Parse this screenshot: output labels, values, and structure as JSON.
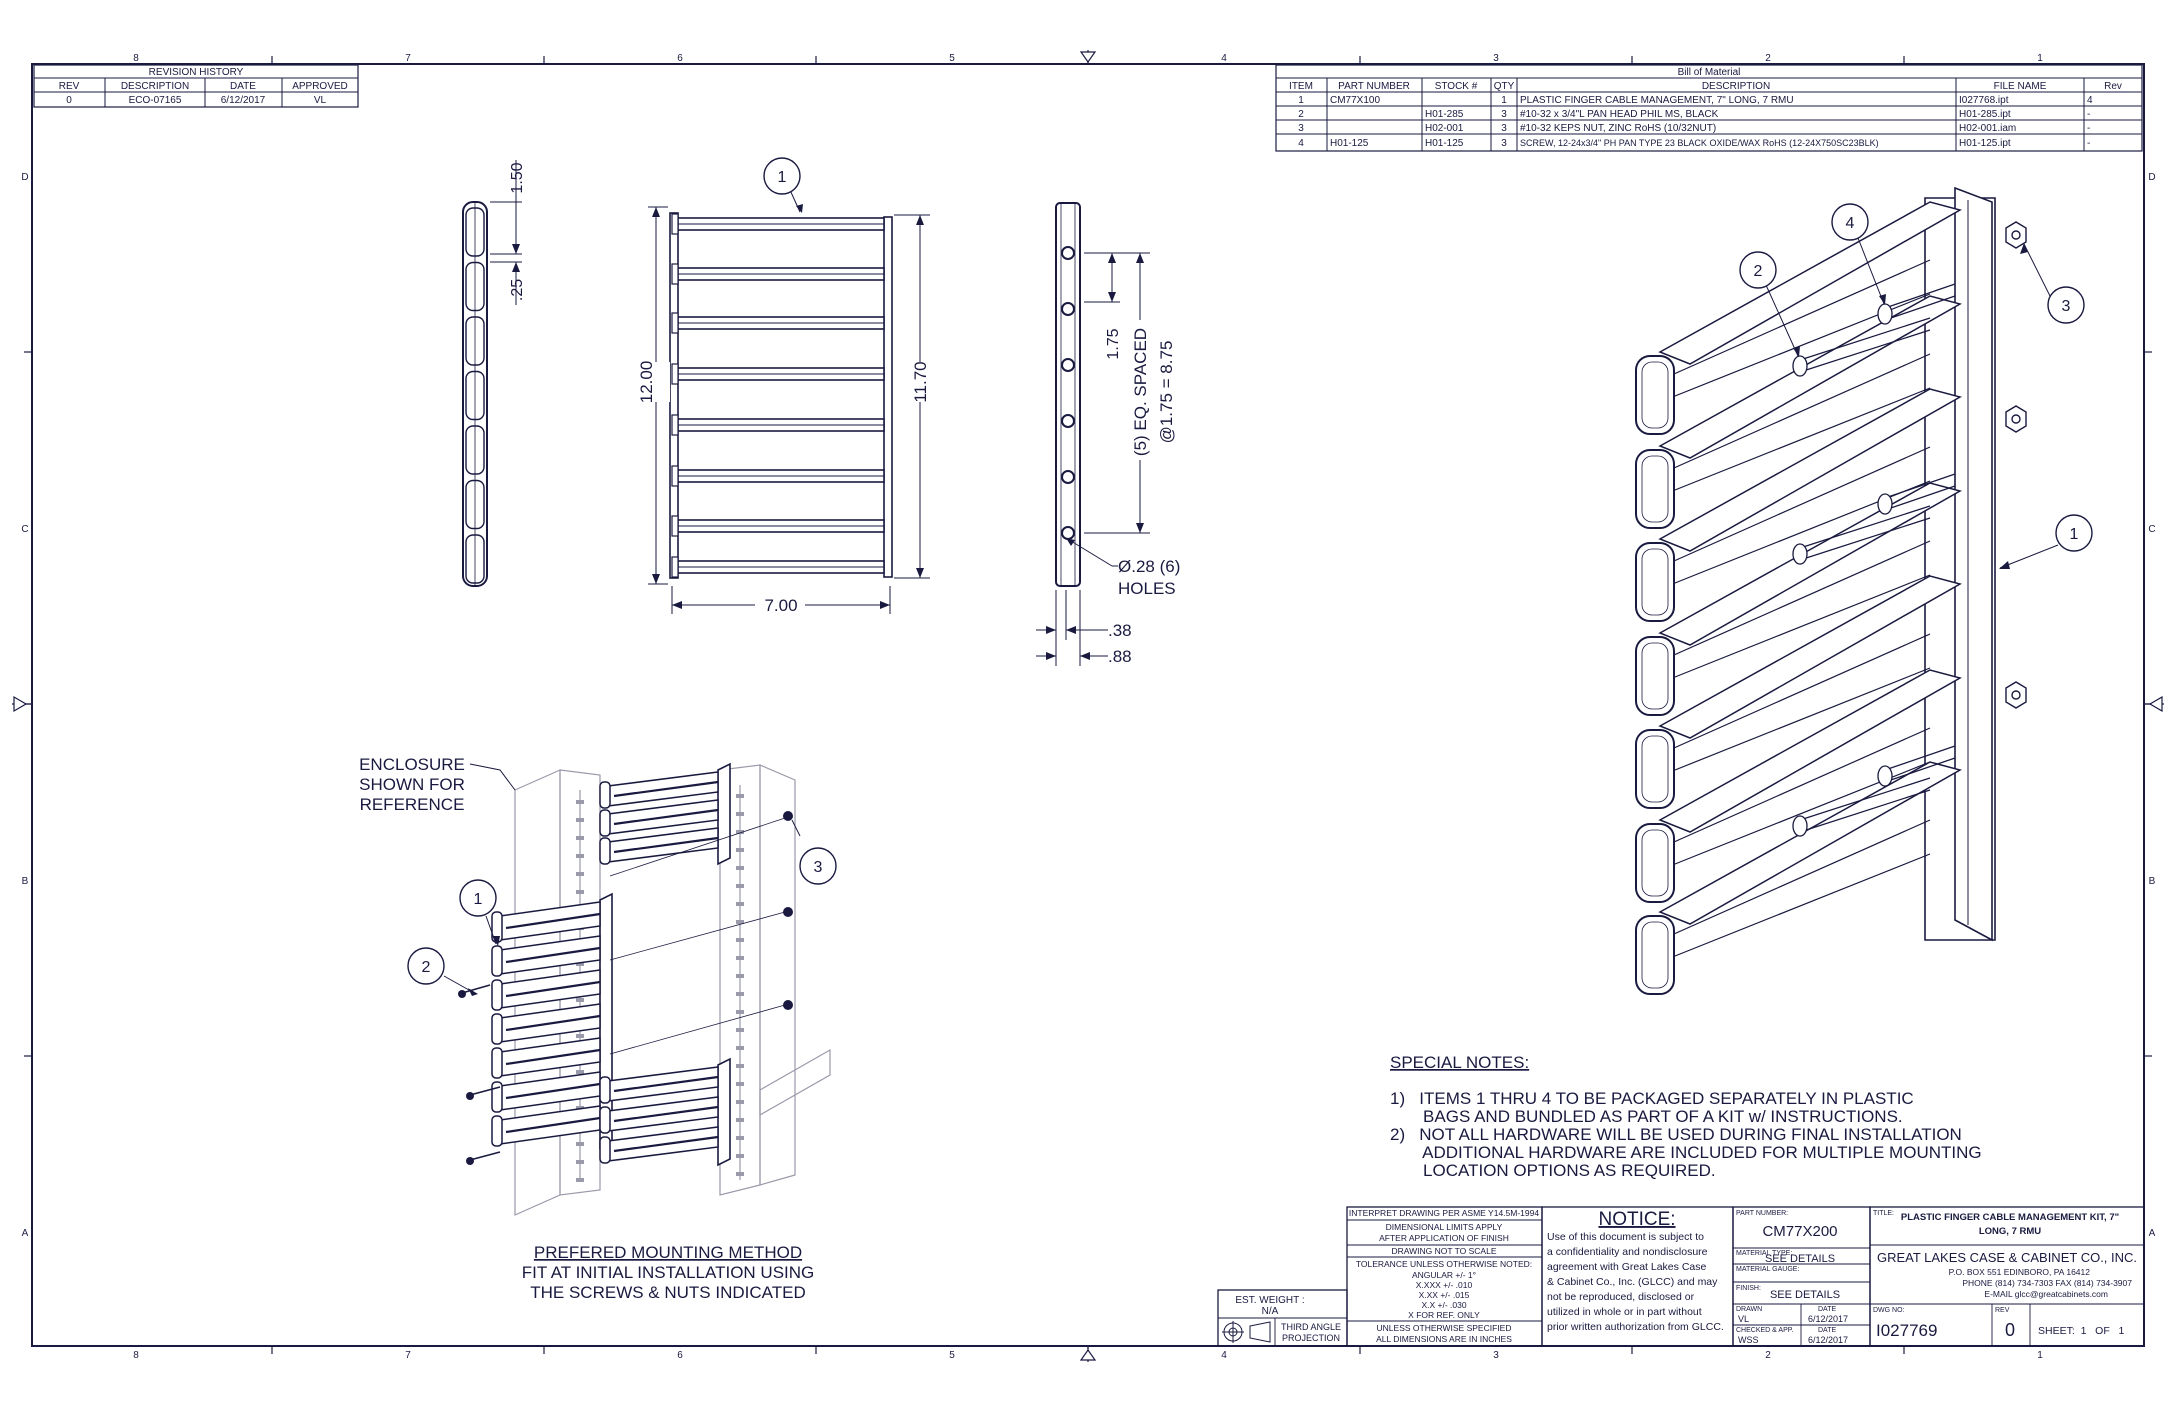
{
  "zones": {
    "columns": [
      "8",
      "7",
      "6",
      "5",
      "4",
      "3",
      "2",
      "1"
    ],
    "rows": [
      "D",
      "C",
      "B",
      "A"
    ]
  },
  "revision_history": {
    "title": "REVISION HISTORY",
    "headers": [
      "REV",
      "DESCRIPTION",
      "DATE",
      "APPROVED"
    ],
    "row": [
      "0",
      "ECO-07165",
      "6/12/2017",
      "VL"
    ]
  },
  "bom": {
    "title": "Bill of Material",
    "headers": [
      "ITEM",
      "PART NUMBER",
      "STOCK #",
      "QTY",
      "DESCRIPTION",
      "FILE NAME",
      "Rev"
    ],
    "rows": [
      [
        "1",
        "CM77X100",
        "",
        "1",
        "PLASTIC FINGER CABLE MANAGEMENT, 7\" LONG, 7 RMU",
        "I027768.ipt",
        "4"
      ],
      [
        "2",
        "",
        "H01-285",
        "3",
        "#10-32 x 3/4\"L PAN HEAD PHIL MS, BLACK",
        "H01-285.ipt",
        "-"
      ],
      [
        "3",
        "",
        "H02-001",
        "3",
        "#10-32 KEPS NUT, ZINC RoHS (10/32NUT)",
        "H02-001.iam",
        "-"
      ],
      [
        "4",
        "H01-125",
        "H01-125",
        "3",
        "SCREW, 12-24x3/4\" PH PAN TYPE 23 BLACK OXIDE/WAX RoHS (12-24X750SC23BLK)",
        "H01-125.ipt",
        "-"
      ]
    ]
  },
  "dims": {
    "d150": "1.50",
    "d25": ".25",
    "d1200": "12.00",
    "d1170": "11.70",
    "d700": "7.00",
    "d175": "1.75",
    "spaced1": "(5) EQ. SPACED",
    "spaced2": "@1.75 = 8.75",
    "hole1": "Ø.28 (6)",
    "hole2": "HOLES",
    "d38": ".38",
    "d88": ".88"
  },
  "balloons": {
    "front": "1",
    "iso_item1": "1",
    "iso_item2": "2",
    "iso_item3": "3",
    "iso_item4": "4",
    "mount_item1": "1",
    "mount_item2": "2",
    "mount_item3": "3"
  },
  "enclosure_note": [
    "ENCLOSURE",
    "SHOWN FOR",
    "REFERENCE"
  ],
  "mounting_caption": [
    "PREFERED MOUNTING METHOD",
    "FIT AT INITIAL INSTALLATION USING",
    "THE SCREWS & NUTS INDICATED"
  ],
  "special_notes": {
    "title": "SPECIAL NOTES:",
    "lines": [
      "1)   ITEMS 1 THRU 4 TO BE PACKAGED SEPARATELY IN PLASTIC",
      "       BAGS AND BUNDLED AS PART OF A KIT w/ INSTRUCTIONS.",
      "2)   NOT ALL HARDWARE WILL BE USED DURING FINAL INSTALLATION",
      "       ADDITIONAL HARDWARE ARE INCLUDED FOR MULTIPLE MOUNTING",
      "       LOCATION OPTIONS AS REQUIRED."
    ]
  },
  "title_block": {
    "standards": [
      "INTERPRET DRAWING PER ASME Y14.5M-1994",
      "DIMENSIONAL LIMITS APPLY",
      "AFTER APPLICATION OF FINISH",
      "DRAWING NOT TO SCALE",
      "TOLERANCE UNLESS OTHERWISE NOTED:",
      "ANGULAR +/- 1°",
      "X.XXX +/- .010",
      "X.XX +/- .015",
      "X.X +/- .030",
      "X FOR REF. ONLY",
      "UNLESS OTHERWISE SPECIFIED",
      "ALL DIMENSIONS ARE IN INCHES"
    ],
    "notice_title": "NOTICE:",
    "notice_lines": [
      "Use of this document is subject to",
      "a confidentiality and nondisclosure",
      "agreement with Great Lakes Case",
      "& Cabinet Co., Inc. (GLCC) and may",
      "not be reproduced, disclosed or",
      "utilized in whole or in part without",
      "prior written authorization from GLCC."
    ],
    "part_number_label": "PART NUMBER:",
    "part_number": "CM77X200",
    "material_type_label": "MATERIAL TYPE:",
    "material_type": "SEE DETAILS",
    "material_gauge_label": "MATERIAL GAUGE:",
    "finish_label": "FINISH:",
    "finish": "SEE DETAILS",
    "drawn_label": "DRAWN",
    "drawn": "VL",
    "drawn_date_label": "DATE",
    "drawn_date": "6/12/2017",
    "checked_label": "CHECKED & APP.",
    "checked": "WSS",
    "checked_date_label": "DATE",
    "checked_date": "6/12/2017",
    "title_label": "TITLE:",
    "title_line1": "PLASTIC FINGER CABLE MANAGEMENT KIT, 7\"",
    "title_line2": "LONG, 7 RMU",
    "company": "GREAT LAKES CASE & CABINET CO., INC.",
    "address": "P.O. BOX 551 EDINBORO, PA 16412",
    "phone": "PHONE (814) 734-7303 FAX (814) 734-3907",
    "email": "E-MAIL glcc@greatcabinets.com",
    "dwg_no_label": "DWG NO:",
    "dwg_no": "I027769",
    "rev_label": "REV",
    "rev": "0",
    "sheet": "SHEET:  1   OF   1",
    "weight_label": "EST. WEIGHT :",
    "weight": "N/A",
    "projection1": "THIRD ANGLE",
    "projection2": "PROJECTION"
  }
}
